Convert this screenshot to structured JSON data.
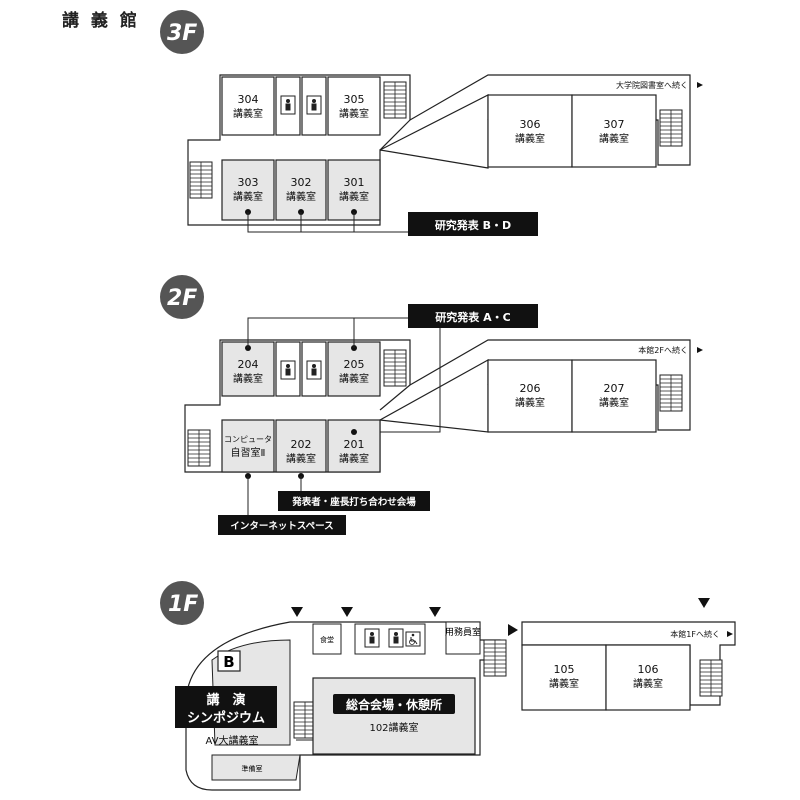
{
  "building_title": "講 義 館",
  "floors": {
    "f3": {
      "label": "3F",
      "rooms": {
        "r304": {
          "num": "304",
          "type": "講義室"
        },
        "r305": {
          "num": "305",
          "type": "講義室"
        },
        "r303": {
          "num": "303",
          "type": "講義室"
        },
        "r302": {
          "num": "302",
          "type": "講義室"
        },
        "r301": {
          "num": "301",
          "type": "講義室"
        },
        "r306": {
          "num": "306",
          "type": "講義室"
        },
        "r307": {
          "num": "307",
          "type": "講義室"
        }
      },
      "continue_note": "大学院図書室へ続く",
      "badge": "研究発表 B・D"
    },
    "f2": {
      "label": "2F",
      "rooms": {
        "r204": {
          "num": "204",
          "type": "講義室"
        },
        "r205": {
          "num": "205",
          "type": "講義室"
        },
        "rpc": {
          "num": "コンピュータ",
          "type": "自習室Ⅱ"
        },
        "r202": {
          "num": "202",
          "type": "講義室"
        },
        "r201": {
          "num": "201",
          "type": "講義室"
        },
        "r206": {
          "num": "206",
          "type": "講義室"
        },
        "r207": {
          "num": "207",
          "type": "講義室"
        }
      },
      "continue_note": "本館2Fへ続く",
      "badge_main": "研究発表 A・C",
      "badge_meeting": "発表者・座長打ち合わせ会場",
      "badge_internet": "インターネットスペース"
    },
    "f1": {
      "label": "1F",
      "cafeteria": "食堂",
      "office": "用務員室",
      "b_marker": "B",
      "lecture_badge_1": "講　演",
      "lecture_badge_2": "シンポジウム",
      "av_room": "AV大講義室",
      "prep_room": "準備室",
      "main_badge": "総合会場・休憩所",
      "room102": "102講義室",
      "r105": {
        "num": "105",
        "type": "講義室"
      },
      "r106": {
        "num": "106",
        "type": "講義室"
      },
      "continue_note": "本館1Fへ続く"
    }
  },
  "icons": {
    "restroom": "restroom-icon",
    "accessible": "wheelchair-icon",
    "stairs": "stairs-icon",
    "entrance": "entrance-arrow-icon"
  },
  "colors": {
    "room_gray": "#e6e6e6",
    "badge_black": "#111111",
    "floor_circle": "#555555"
  }
}
